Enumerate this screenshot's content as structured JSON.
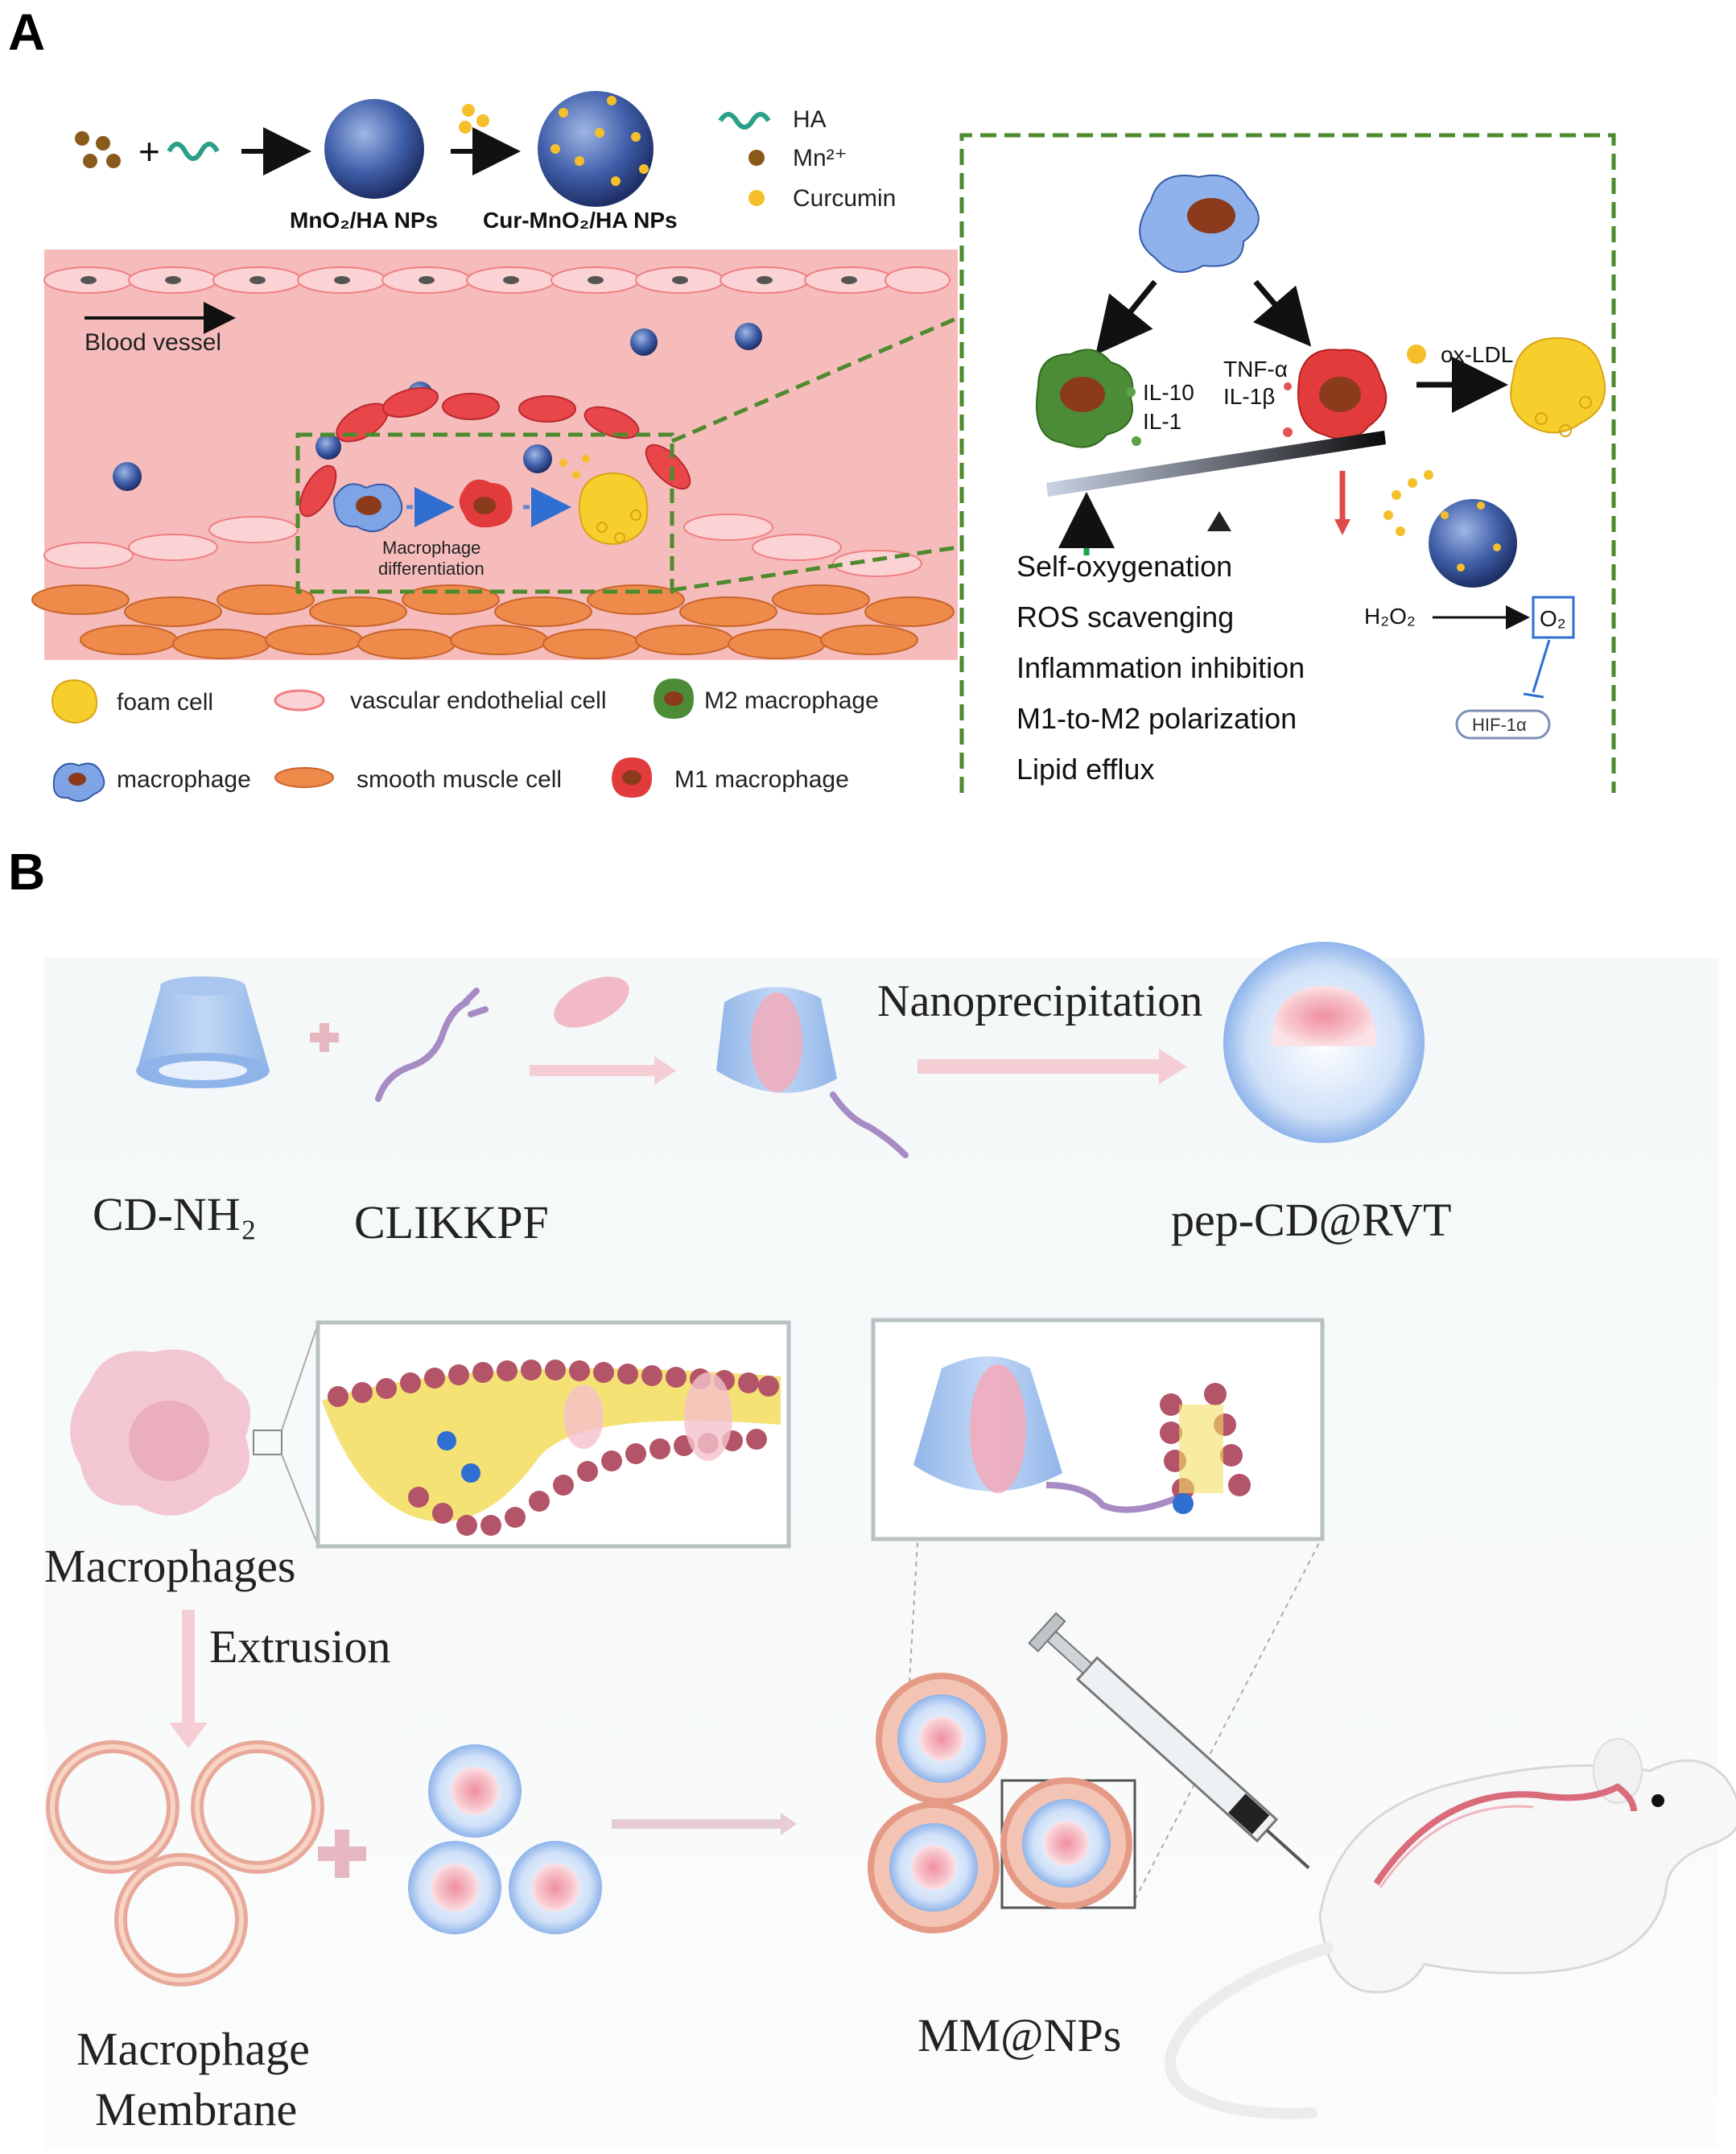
{
  "panel_a": {
    "label": "A",
    "top_legend": {
      "ha": "HA",
      "mn": "Mn²⁺",
      "curcumin": "Curcumin"
    },
    "np1": "MnO₂/HA NPs",
    "np2": "Cur-MnO₂/HA NPs",
    "blood_vessel": "Blood vessel",
    "macrophage_diff_1": "Macrophage",
    "macrophage_diff_2": "differentiation",
    "legend": {
      "foam_cell": "foam cell",
      "endothelial": "vascular endothelial cell",
      "m2": "M2 macrophage",
      "macrophage": "macrophage",
      "smooth_muscle": "smooth muscle cell",
      "m1": "M1 macrophage"
    },
    "cytokines_m2": {
      "il10": "IL-10",
      "il1": "IL-1"
    },
    "cytokines_m1": {
      "tnf": "TNF-α",
      "il1b": "IL-1β"
    },
    "ox_ldl": "ox-LDL",
    "effects": [
      "Self-oxygenation",
      "ROS scavenging",
      "Inflammation inhibition",
      "M1-to-M2 polarization",
      "Lipid efflux"
    ],
    "h2o2": "H₂O₂",
    "o2": "O₂",
    "hif": "HIF-1α",
    "colors": {
      "vessel": "#f6b9b8",
      "dashed_box": "#4e8a2e",
      "m1": "#e23b3b",
      "m2": "#4c8c36",
      "foam": "#f7cf2c",
      "smooth_muscle": "#ee8a4a",
      "endothelial": "#f2777a"
    }
  },
  "panel_b": {
    "label": "B",
    "cd_nh2": "CD-NH₂",
    "clikkpf": "CLIKKPF",
    "nanoprecipitation": "Nanoprecipitation",
    "pep_cd": "pep-CD@RVT",
    "macrophages": "Macrophages",
    "extrusion": "Extrusion",
    "membrane_1": "Macrophage",
    "membrane_2": "Membrane",
    "mm_nps": "MM@NPs"
  }
}
